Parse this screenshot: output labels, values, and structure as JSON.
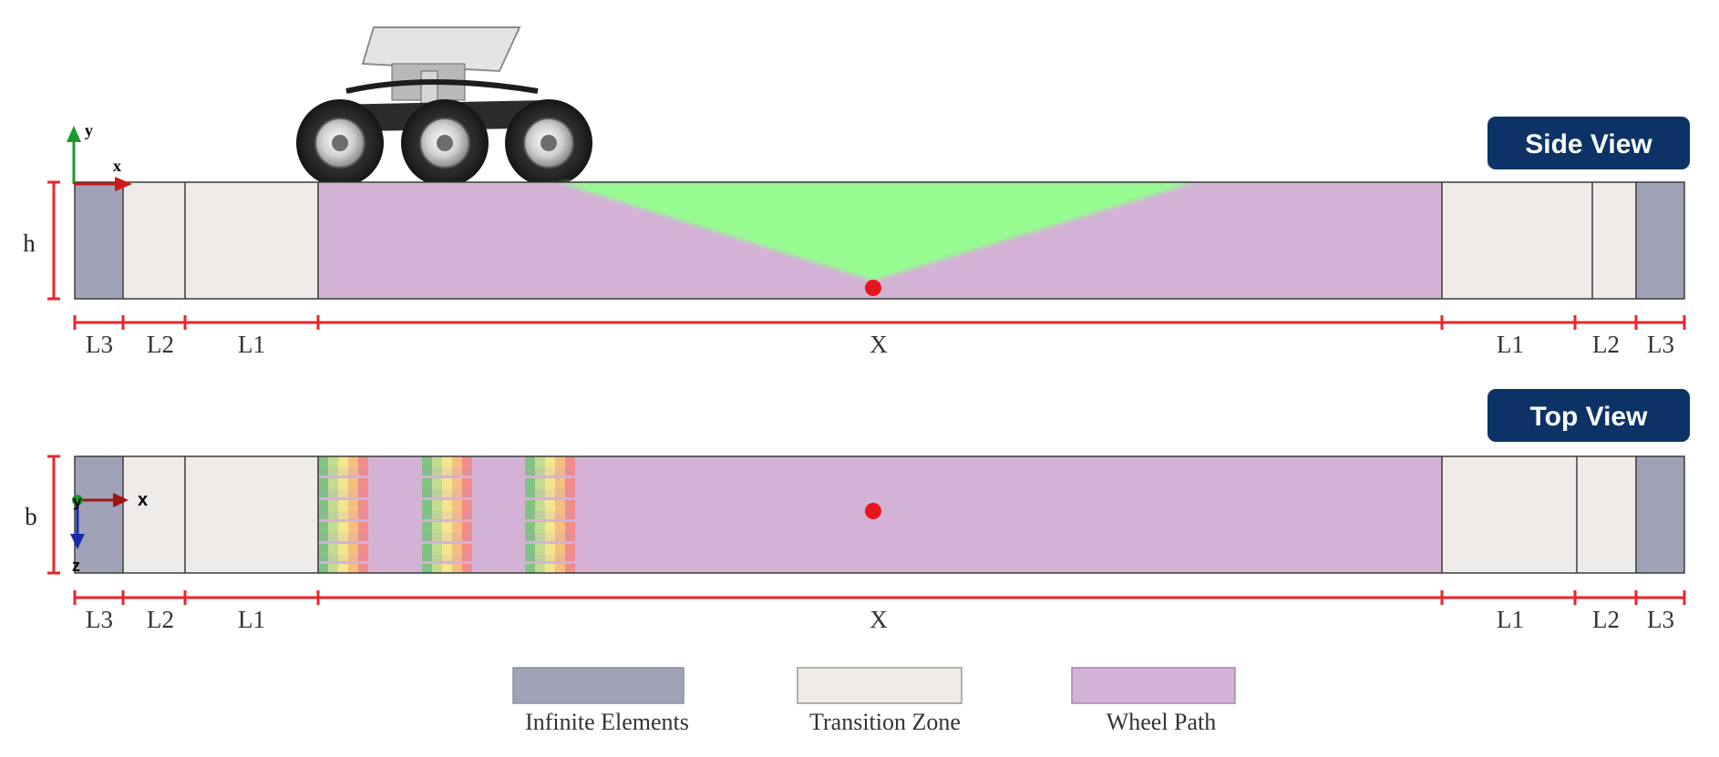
{
  "side_view": {
    "badge": "Side View",
    "height_label": "h",
    "axis_labels": {
      "up": "y",
      "right": "x"
    },
    "dimension_labels": [
      "L3",
      "L2",
      "L1",
      "X",
      "L1",
      "L2",
      "L3"
    ]
  },
  "top_view": {
    "badge": "Top View",
    "height_label": "b",
    "axis_labels": {
      "right": "x",
      "down": "z",
      "origin": "y"
    },
    "dimension_labels": [
      "L3",
      "L2",
      "L1",
      "X",
      "L1",
      "L2",
      "L3"
    ]
  },
  "legend": [
    {
      "label": "Infinite Elements",
      "color": "#a0a3b8"
    },
    {
      "label": "Transition Zone",
      "color": "#efebe8"
    },
    {
      "label": "Wheel Path",
      "color": "#d4b2d6"
    }
  ],
  "colors": {
    "badge": "#0d3366",
    "dimension": "#e8262b",
    "load_point": "#e8161c",
    "stress_cone": "#97fb92",
    "axis_y": "#1a9a2a",
    "axis_x": "#d01818",
    "axis_z": "#1a2aa8"
  },
  "icons": {
    "landing_gear": "landing-gear-icon"
  }
}
